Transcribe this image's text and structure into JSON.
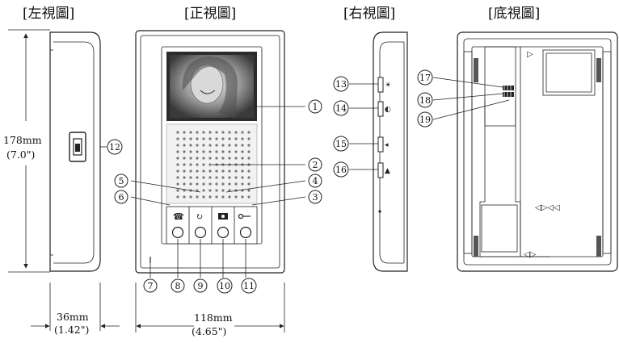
{
  "views": {
    "left": "[左視圖]",
    "front": "[正視圖]",
    "right": "[右視圖]",
    "bottom": "[底視圖]"
  },
  "dimensions": {
    "height_mm": "178mm",
    "height_in": "(7.0\")",
    "depth_mm": "36mm",
    "depth_in": "(1.42\")",
    "width_mm": "118mm",
    "width_in": "(4.65\")"
  },
  "callouts": [
    "1",
    "2",
    "3",
    "4",
    "5",
    "6",
    "7",
    "8",
    "9",
    "10",
    "11",
    "12",
    "13",
    "14",
    "15",
    "16",
    "17",
    "18",
    "19"
  ],
  "icons": {
    "front_buttons": [
      "handset-icon",
      "refresh-icon",
      "camera-icon",
      "key-icon"
    ],
    "right_keys": [
      "brightness-icon",
      "contrast-icon",
      "speaker-icon",
      "bell-icon"
    ]
  },
  "colors": {
    "line": "#222222",
    "screen_dark": "#2a2a2a",
    "speaker_grille": "#e9e9e9"
  }
}
